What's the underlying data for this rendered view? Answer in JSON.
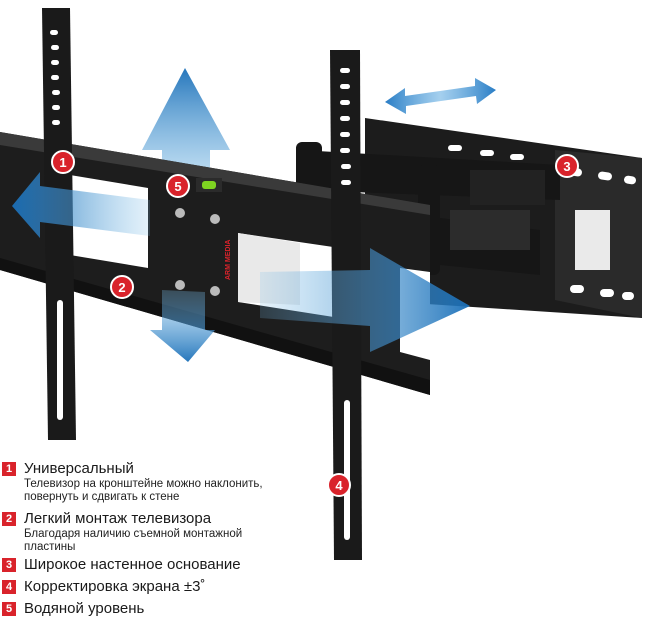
{
  "brand": "ARM MEDIA",
  "badges": [
    "1",
    "2",
    "3",
    "4",
    "5"
  ],
  "legend": [
    {
      "num": "1",
      "title": "Универсальный",
      "desc_lines": [
        "Телевизор на кронштейне можно наклонить,",
        "повернуть и сдвигать к стене"
      ]
    },
    {
      "num": "2",
      "title": "Легкий монтаж телевизора",
      "desc_lines": [
        "Благодаря наличию съемной монтажной",
        "пластины"
      ]
    },
    {
      "num": "3",
      "title": "Широкое настенное основание",
      "desc_lines": []
    },
    {
      "num": "4",
      "title": "Корректировка экрана ±3˚",
      "desc_lines": []
    },
    {
      "num": "5",
      "title": "Водяной уровень",
      "desc_lines": []
    }
  ],
  "colors": {
    "badge": "#d9232b",
    "arrow": "#1f7fc7",
    "metal": "#1c1c1c"
  }
}
